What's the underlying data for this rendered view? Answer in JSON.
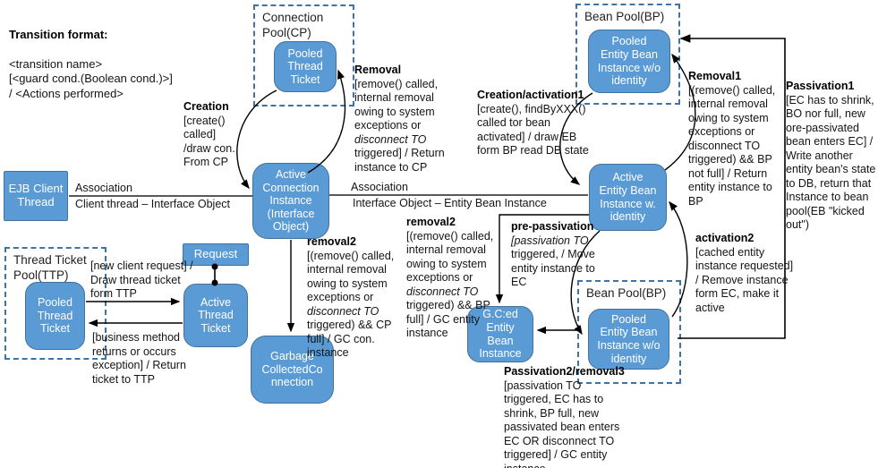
{
  "legend": {
    "title": "Transition format:",
    "lines": [
      "<transition  name>",
      "[<guard  cond.(Boolean  cond.)>]",
      "/ <Actions  performed>"
    ]
  },
  "pools": {
    "cp": "Connection\nPool(CP)",
    "bp_top": "Bean  Pool(BP)",
    "bp_bottom": "Bean  Pool(BP)",
    "ttp": "Thread  Ticket\nPool(TTP)"
  },
  "states": {
    "pooled_thread_ticket_cp": "Pooled\nThread\nTicket",
    "active_connection_instance": "Active\nConnection\nInstance\n(Interface\nObject)",
    "ejb_client_thread": "EJB  Client\nThread",
    "request": "Request",
    "pooled_thread_ticket_ttp": "Pooled\nThread\nTicket",
    "active_thread_ticket": "Active\nThread\nTicket",
    "garbage_collected_connection": "Garbage\nCollectedCo\nnnection",
    "gced_entity_bean": "G.C:ed\nEntity\nBean\nInstance",
    "pooled_entity_bean_top": "Pooled\nEntity Bean\nInstance w/o\nidentity",
    "active_entity_bean": "Active\nEntity  Bean\nInstance  w.\nidentity",
    "pooled_entity_bean_bottom": "Pooled\nEntity Bean\nInstance w/o\nidentity"
  },
  "associations": {
    "client_interface": {
      "label": "Association",
      "sub": "Client thread – Interface  Object"
    },
    "interface_entity": {
      "label": "Association",
      "sub": "Interface  Object – Entity  Bean  Instance"
    }
  },
  "transitions": {
    "creation": {
      "title": "Creation",
      "lines": [
        "[create()",
        "called]",
        "/draw  con.",
        "From CP"
      ]
    },
    "removal": {
      "title": "Removal",
      "lines": [
        "[remove()  called,",
        "internal  removal",
        "owing to system",
        "exceptions or",
        {
          "text": "disconnect  TO",
          "italic": true
        },
        "triggered] / Return",
        "instance to CP"
      ]
    },
    "creation_activation1": {
      "title": "Creation/activation1",
      "lines": [
        "[create(),  findByXXX()",
        "called tor bean",
        "activated] / draw EB",
        "form BP  read DB  state"
      ]
    },
    "removal1": {
      "title": "Removal1",
      "lines": [
        "[(remove()  called,",
        "internal  removal",
        "owing to system",
        "exceptions or",
        "disconnect TO",
        "triggered) && BP",
        "not full] / Return",
        "entity  instance  to",
        "BP"
      ]
    },
    "passivation1": {
      "title": "Passivation1",
      "lines": [
        "[EC  has  to  shrink,",
        "BO  nor  full,  new",
        "ore-passivated",
        "bean  enters  EC] /",
        "Write another",
        "entity  bean's state",
        "to  DB,  return  that",
        "Instance  to  bean",
        "pool(EB  \"kicked",
        "out\")"
      ]
    },
    "removal2_cp": {
      "title": "removal2",
      "lines": [
        "[(remove()  called,",
        "internal  removal",
        "owing to system",
        "exceptions or",
        {
          "text": "disconnect  TO",
          "italic": true
        },
        "triggered) && CP",
        "full] / GC con.",
        "instance"
      ]
    },
    "removal2_bp": {
      "title": "removal2",
      "lines": [
        "[(remove()  called,",
        "internal  removal",
        "owing to system",
        "exceptions or",
        {
          "text": "disconnect  TO",
          "italic": true
        },
        "triggered) && BP",
        "full] / GC entity",
        "instance"
      ]
    },
    "pre_passivation": {
      "title": "pre-passivation",
      "lines": [
        {
          "text": "[passivation  TO",
          "italic": true
        },
        "triggered, / Move",
        "entity  instance  to",
        "EC"
      ]
    },
    "activation2": {
      "title": "activation2",
      "lines": [
        "[cached  entity",
        "instance  requested]",
        "/ Remove  instance",
        "form EC,  make it",
        "active"
      ]
    },
    "passivation2_removal3": {
      "title": "Passivation2/removal3",
      "lines": [
        "[passivation TO",
        "triggered, EC has to",
        "shrink,  BP  full,  new",
        "passivated bean  enters",
        "EC OR disconnect TO",
        "triggered] / GC entity",
        "instance"
      ]
    },
    "ttp_request": {
      "title": "",
      "lines": [
        "[new client request] /",
        "Draw thread ticket",
        "form TTP"
      ]
    },
    "ttp_return": {
      "title": "",
      "lines": [
        "[business  method",
        "returns  or  occurs",
        "exception] / Return",
        "ticket to TTP"
      ]
    }
  },
  "colors": {
    "state_fill": "#5b9bd5",
    "state_border": "#41719c",
    "pool_border": "#3f72a5",
    "association_line": "#595959",
    "arrow": "#000000"
  }
}
